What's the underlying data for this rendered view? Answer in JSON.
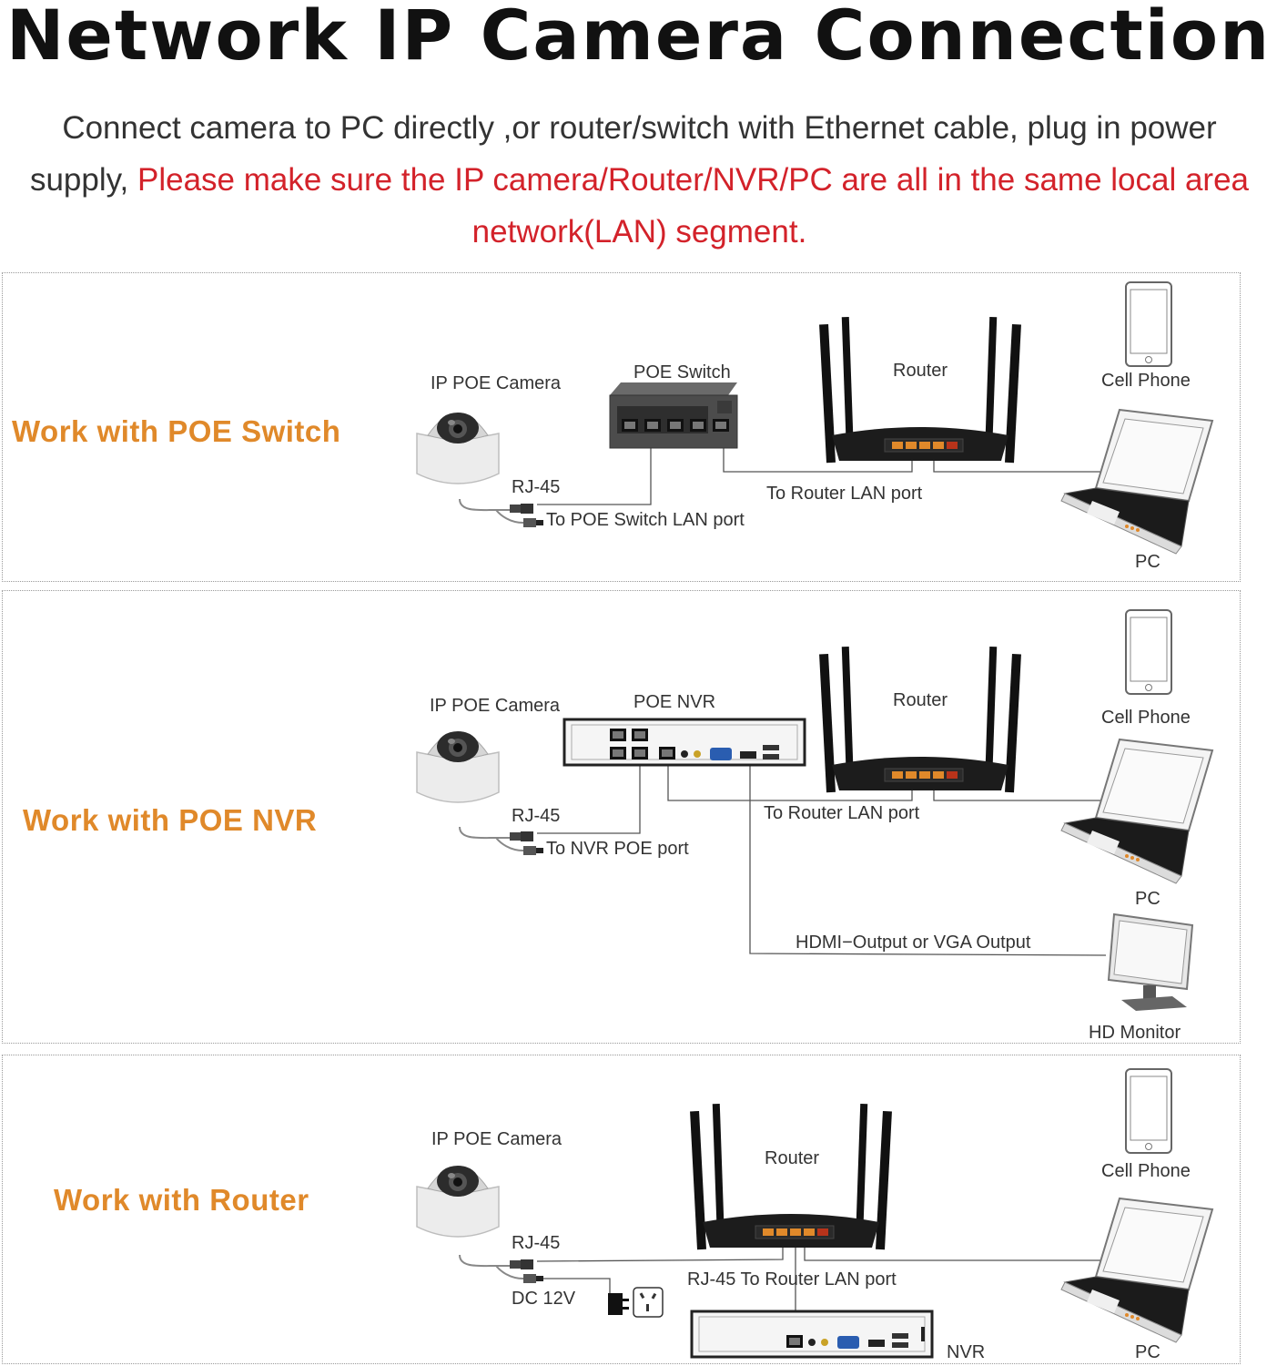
{
  "title": "Network IP Camera Connection",
  "intro": {
    "text": "Connect camera to PC directly ,or router/switch with Ethernet cable, plug in power supply, ",
    "warning": "Please make sure the IP camera/Router/NVR/PC are all in the same local area network(LAN) segment."
  },
  "colors": {
    "heading": "#e0892a",
    "warning": "#d3222a",
    "line": "#555555"
  },
  "panels": [
    {
      "heading": "Work with POE Switch",
      "labels": {
        "camera": "IP POE Camera",
        "hub": "POE Switch",
        "router": "Router",
        "phone": "Cell Phone",
        "pc": "PC",
        "rj45": "RJ-45",
        "hub_port": "To POE Switch LAN port",
        "router_port": "To Router LAN port"
      }
    },
    {
      "heading": "Work with POE NVR",
      "labels": {
        "camera": "IP POE Camera",
        "hub": "POE NVR",
        "router": "Router",
        "phone": "Cell Phone",
        "pc": "PC",
        "rj45": "RJ-45",
        "hub_port": "To NVR POE port",
        "router_port": "To Router LAN port",
        "monitor_out": "HDMI−Output  or  VGA Output",
        "monitor": "HD Monitor"
      }
    },
    {
      "heading": "Work with Router",
      "labels": {
        "camera": "IP POE Camera",
        "router": "Router",
        "phone": "Cell Phone",
        "pc": "PC",
        "rj45": "RJ-45",
        "dc": "DC 12V",
        "router_port": "RJ-45 To Router LAN port",
        "nvr": "NVR"
      }
    }
  ],
  "icons": [
    "dome-camera-icon",
    "poe-switch-icon",
    "nvr-icon",
    "router-icon",
    "cell-phone-icon",
    "laptop-icon",
    "monitor-icon",
    "power-adapter-icon",
    "power-outlet-icon"
  ]
}
